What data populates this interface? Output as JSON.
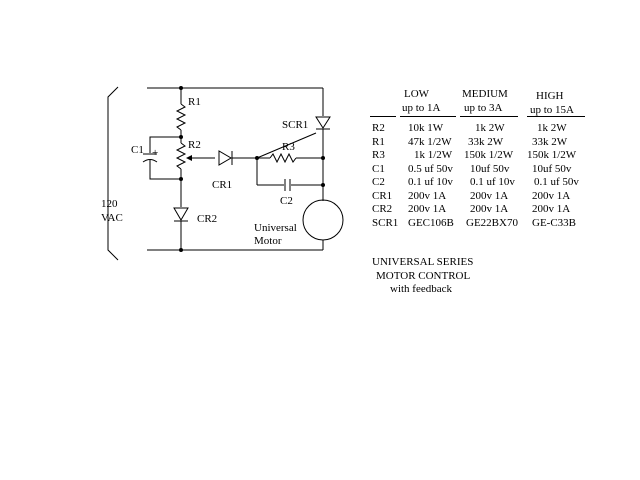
{
  "schematic": {
    "supply_voltage": "120",
    "supply_type": "VAC",
    "labels": {
      "r1": "R1",
      "r2": "R2",
      "r3": "R3",
      "c1": "C1",
      "c1_polarity": "+",
      "c2": "C2",
      "cr1": "CR1",
      "cr2": "CR2",
      "scr1": "SCR1",
      "motor_line1": "Universal",
      "motor_line2": "Motor"
    }
  },
  "table": {
    "columns": [
      {
        "name": "LOW",
        "range": "up to 1A"
      },
      {
        "name": "MEDIUM",
        "range": "up to 3A"
      },
      {
        "name": "HIGH",
        "range": "up to 15A"
      }
    ],
    "rows": [
      {
        "part": "R2",
        "values": [
          "10k 1W",
          "1k 2W",
          "1k 2W"
        ]
      },
      {
        "part": "R1",
        "values": [
          "47k 1/2W",
          "33k 2W",
          "33k 2W"
        ]
      },
      {
        "part": "R3",
        "values": [
          "1k 1/2W",
          "150k 1/2W",
          "150k 1/2W"
        ]
      },
      {
        "part": "C1",
        "values": [
          "0.5 uf 50v",
          "10uf 50v",
          "10uf 50v"
        ]
      },
      {
        "part": "C2",
        "values": [
          "0.1 uf 10v",
          "0.1 uf 10v",
          "0.1 uf 50v"
        ]
      },
      {
        "part": "CR1",
        "values": [
          "200v 1A",
          "200v 1A",
          "200v 1A"
        ]
      },
      {
        "part": "CR2",
        "values": [
          "200v 1A",
          "200v 1A",
          "200v 1A"
        ]
      },
      {
        "part": "SCR1",
        "values": [
          "GEC106B",
          "GE22BX70",
          "GE-C33B"
        ]
      }
    ]
  },
  "caption": {
    "line1": "UNIVERSAL SERIES",
    "line2": "MOTOR CONTROL",
    "line3": "with feedback"
  }
}
